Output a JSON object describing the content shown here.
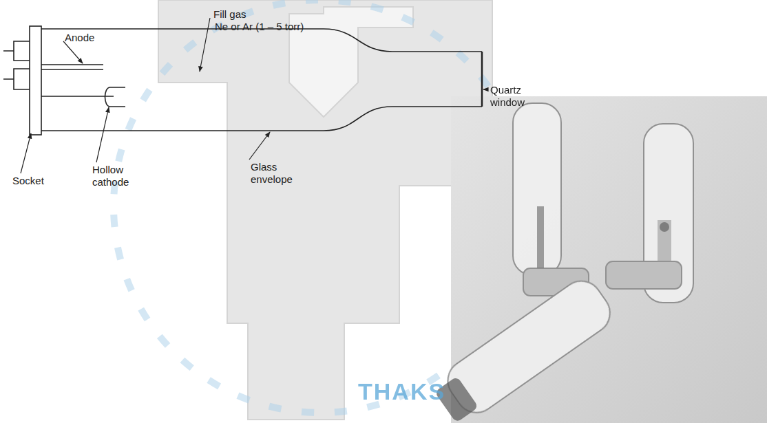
{
  "diagram": {
    "labels": [
      "Anode",
      "Fill gas",
      "Ne or Ar (1 – 5 torr)",
      "Quartz window",
      "Socket",
      "Hollow cathode",
      "Glass envelope",
      "THAKS"
    ]
  }
}
